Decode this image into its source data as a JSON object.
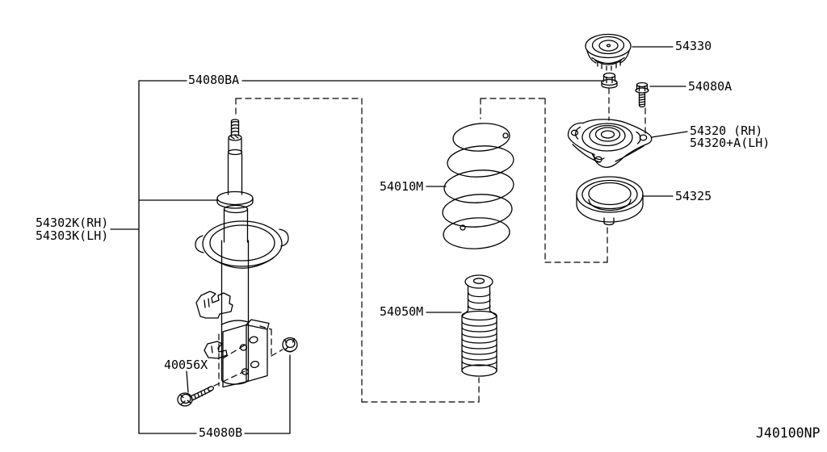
{
  "diagram": {
    "code": "J40100NP",
    "background_color": "#ffffff",
    "line_color": "#000000"
  },
  "callouts": {
    "upper_mount_nut": "54080BA",
    "strut_rh": "54302K(RH)",
    "strut_lh": "54303K(LH)",
    "coil_spring": "54010M",
    "dust_boot": "54050M",
    "mount_cap": "54330",
    "mount_bolt": "54080A",
    "mount_rh": "54320 (RH)",
    "mount_lh": "54320+A(LH)",
    "bearing_seat": "54325",
    "bracket_bolt": "40056X",
    "bracket_nut": "54080B"
  }
}
